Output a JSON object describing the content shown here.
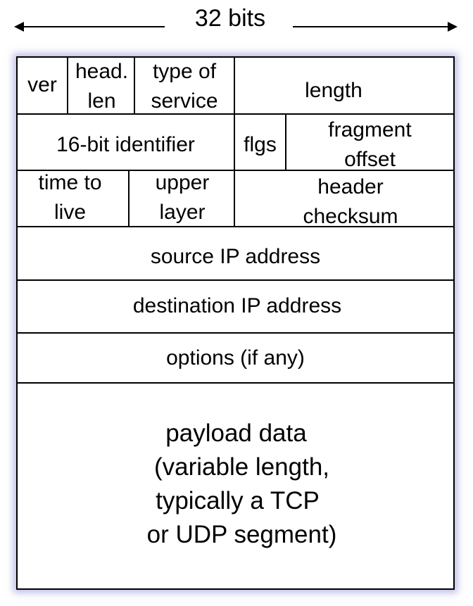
{
  "header": {
    "width_label": "32 bits"
  },
  "fields": {
    "ver": [
      "ver"
    ],
    "head_len": [
      "head.",
      "len"
    ],
    "type_of_service": [
      "type of",
      "service"
    ],
    "length": [
      "length"
    ],
    "identifier": [
      "16-bit identifier"
    ],
    "flags": [
      "flgs"
    ],
    "fragment_offset": [
      "fragment",
      "offset"
    ],
    "time_to_live": [
      "time to",
      "live"
    ],
    "upper_layer": [
      "upper",
      "layer"
    ],
    "header_checksum": [
      "header",
      "checksum"
    ],
    "source_ip": [
      "source IP address"
    ],
    "destination_ip": [
      "destination IP address"
    ],
    "options": [
      "options (if any)"
    ],
    "payload": [
      "payload data",
      "(variable length,",
      "typically a TCP",
      "or UDP segment)"
    ]
  }
}
